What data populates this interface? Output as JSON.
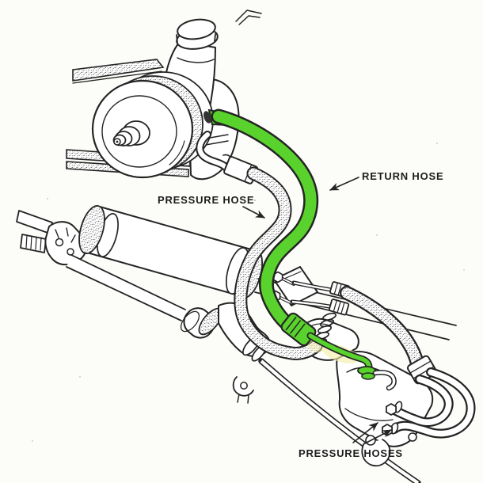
{
  "figure": {
    "type": "power-steering-hose-routing-illustration",
    "labels": {
      "pressure_hose": "PRESSURE HOSE",
      "return_hose": "RETURN HOSE",
      "pressure_hoses": "PRESSURE HOSES"
    },
    "highlight": {
      "return_hose_color": "#5ad22d"
    },
    "palette": {
      "paper": "#fcfcf9",
      "ink": "#242424",
      "tint_yellow": "#f3eeae"
    }
  }
}
